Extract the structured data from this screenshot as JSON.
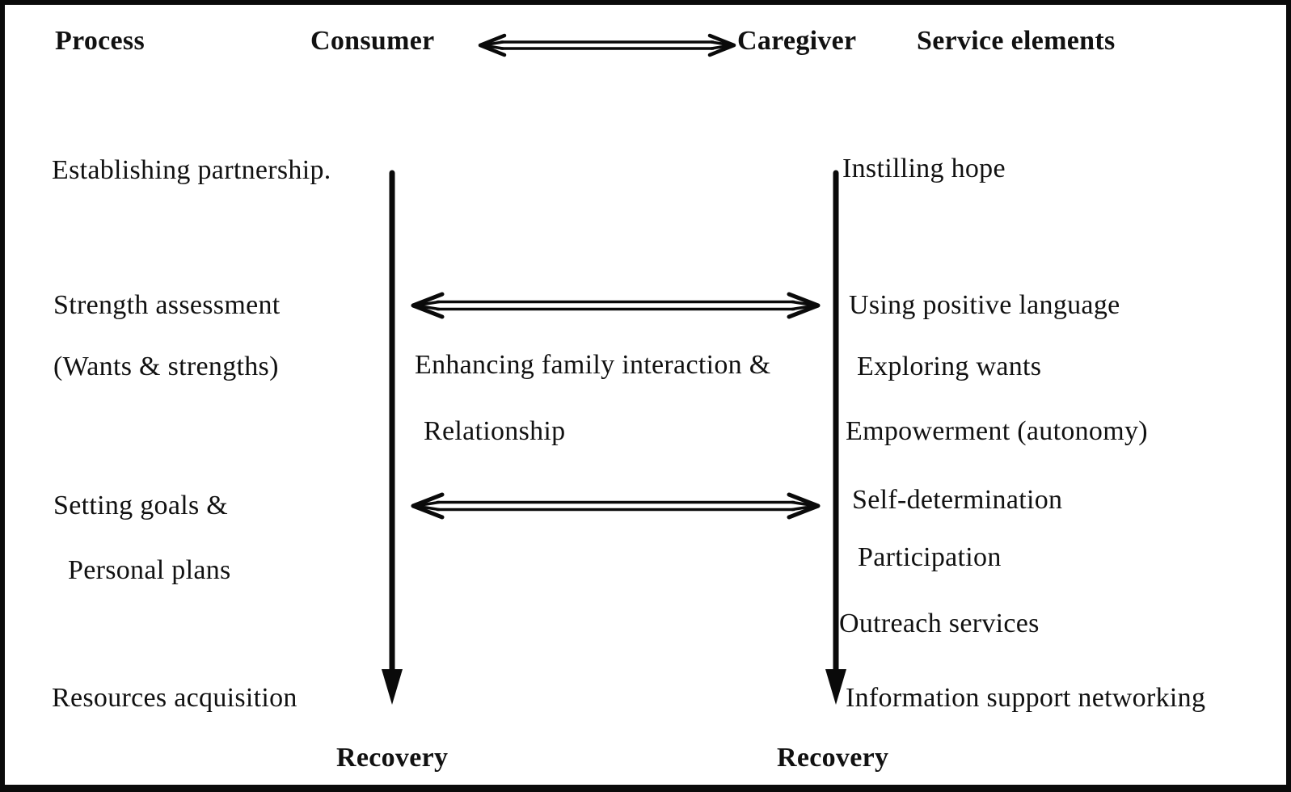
{
  "diagram": {
    "header": {
      "process": "Process",
      "consumer": "Consumer",
      "caregiver": "Caregiver",
      "service_elements": "Service elements"
    },
    "process_column": [
      "Establishing partnership.",
      "Strength assessment",
      "(Wants & strengths)",
      "Setting goals &",
      "Personal plans",
      "Resources acquisition"
    ],
    "middle_notes": [
      "Enhancing family interaction &",
      "Relationship"
    ],
    "service_column": [
      "Instilling hope",
      "Using positive language",
      "Exploring wants",
      "Empowerment (autonomy)",
      "Self-determination",
      "Participation",
      "Outreach services",
      "Information support networking"
    ],
    "footer": {
      "consumer_outcome": "Recovery",
      "caregiver_outcome": "Recovery"
    },
    "colors": {
      "text": "#111111",
      "line": "#0a0a0a",
      "border": "#0b0b0b",
      "background": "#ffffff"
    }
  }
}
